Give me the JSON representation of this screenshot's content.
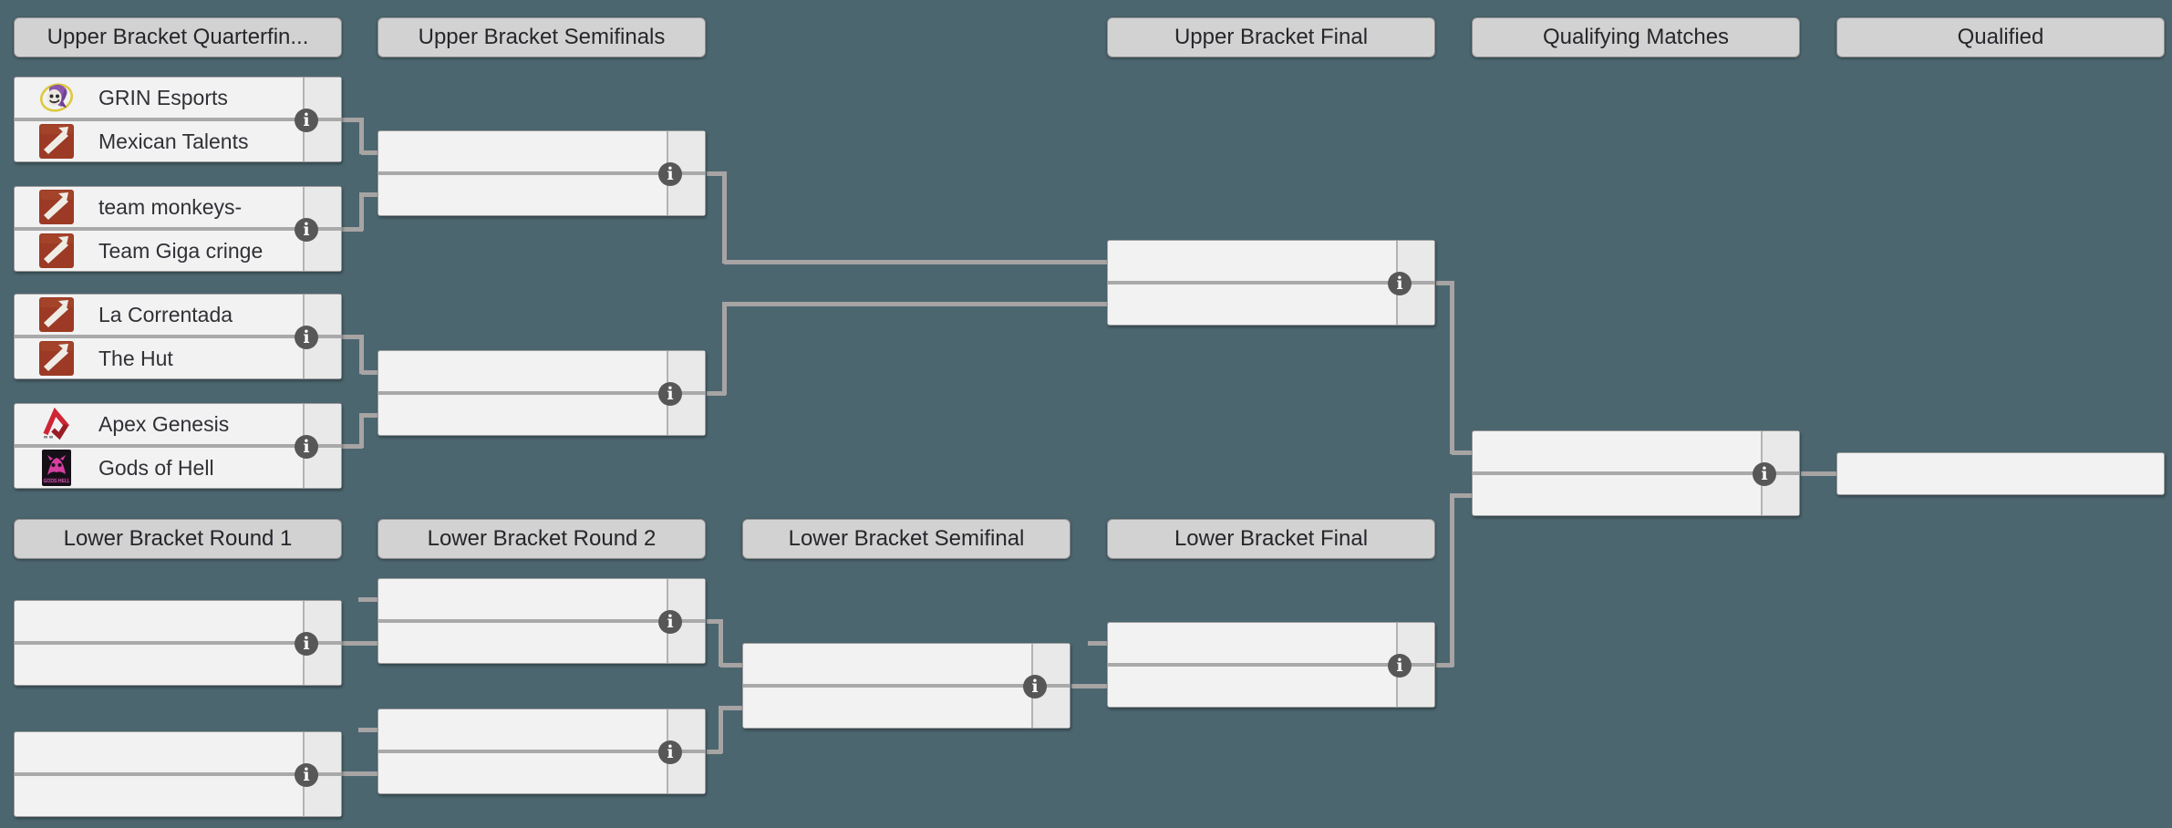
{
  "headers": {
    "upper_bracket_quarterfinals": "Upper Bracket Quarterfin...",
    "upper_bracket_semifinals": "Upper Bracket Semifinals",
    "upper_bracket_final": "Upper Bracket Final",
    "qualifying_matches": "Qualifying Matches",
    "qualified": "Qualified",
    "lower_bracket_round_1": "Lower Bracket Round 1",
    "lower_bracket_round_2": "Lower Bracket Round 2",
    "lower_bracket_semifinal": "Lower Bracket Semifinal",
    "lower_bracket_final": "Lower Bracket Final"
  },
  "matches": {
    "ub_qf_1": {
      "top": {
        "name": "GRIN Esports",
        "icon": "grin-esports-logo"
      },
      "bottom": {
        "name": "Mexican Talents",
        "icon": "dota2-logo"
      },
      "score_top": "",
      "score_bottom": ""
    },
    "ub_qf_2": {
      "top": {
        "name": "team monkeys-",
        "icon": "dota2-logo"
      },
      "bottom": {
        "name": "Team Giga cringe",
        "icon": "dota2-logo"
      },
      "score_top": "",
      "score_bottom": ""
    },
    "ub_qf_3": {
      "top": {
        "name": "La Correntada",
        "icon": "dota2-logo"
      },
      "bottom": {
        "name": "The Hut",
        "icon": "dota2-logo"
      },
      "score_top": "",
      "score_bottom": ""
    },
    "ub_qf_4": {
      "top": {
        "name": "Apex Genesis",
        "icon": "apex-genesis-logo"
      },
      "bottom": {
        "name": "Gods of Hell",
        "icon": "gods-of-hell-logo"
      },
      "score_top": "",
      "score_bottom": ""
    },
    "ub_sf_1": {
      "top": {
        "name": ""
      },
      "bottom": {
        "name": ""
      },
      "score_top": "",
      "score_bottom": ""
    },
    "ub_sf_2": {
      "top": {
        "name": ""
      },
      "bottom": {
        "name": ""
      },
      "score_top": "",
      "score_bottom": ""
    },
    "ub_final": {
      "top": {
        "name": ""
      },
      "bottom": {
        "name": ""
      },
      "score_top": "",
      "score_bottom": ""
    },
    "qualifying_match": {
      "top": {
        "name": ""
      },
      "bottom": {
        "name": ""
      },
      "score_top": "",
      "score_bottom": ""
    },
    "qualified_slot": {
      "name": ""
    },
    "lb_r1_1": {
      "top": {
        "name": ""
      },
      "bottom": {
        "name": ""
      },
      "score_top": "",
      "score_bottom": ""
    },
    "lb_r1_2": {
      "top": {
        "name": ""
      },
      "bottom": {
        "name": ""
      },
      "score_top": "",
      "score_bottom": ""
    },
    "lb_r2_1": {
      "top": {
        "name": ""
      },
      "bottom": {
        "name": ""
      },
      "score_top": "",
      "score_bottom": ""
    },
    "lb_r2_2": {
      "top": {
        "name": ""
      },
      "bottom": {
        "name": ""
      },
      "score_top": "",
      "score_bottom": ""
    },
    "lb_sf": {
      "top": {
        "name": ""
      },
      "bottom": {
        "name": ""
      },
      "score_top": "",
      "score_bottom": ""
    },
    "lb_final": {
      "top": {
        "name": ""
      },
      "bottom": {
        "name": ""
      },
      "score_top": "",
      "score_bottom": ""
    }
  },
  "info_icon_glyph": "i",
  "colors": {
    "background": "#4C6670",
    "header_bg": "#D2D2D2",
    "match_bg": "#F2F2F2",
    "score_column_bg": "#E9E9E9",
    "connector": "#A7A4A4",
    "divider": "#A9A9A9",
    "info_icon_bg": "#575757",
    "header_text": "#26262B",
    "team_text": "#303036",
    "dota2_red": "#9C3A25",
    "apex_red": "#C8202F",
    "grin_purple": "#8A57AD",
    "grin_ring_yellow": "#DDC93F",
    "gods_of_hell_pink": "#D43FA0"
  }
}
